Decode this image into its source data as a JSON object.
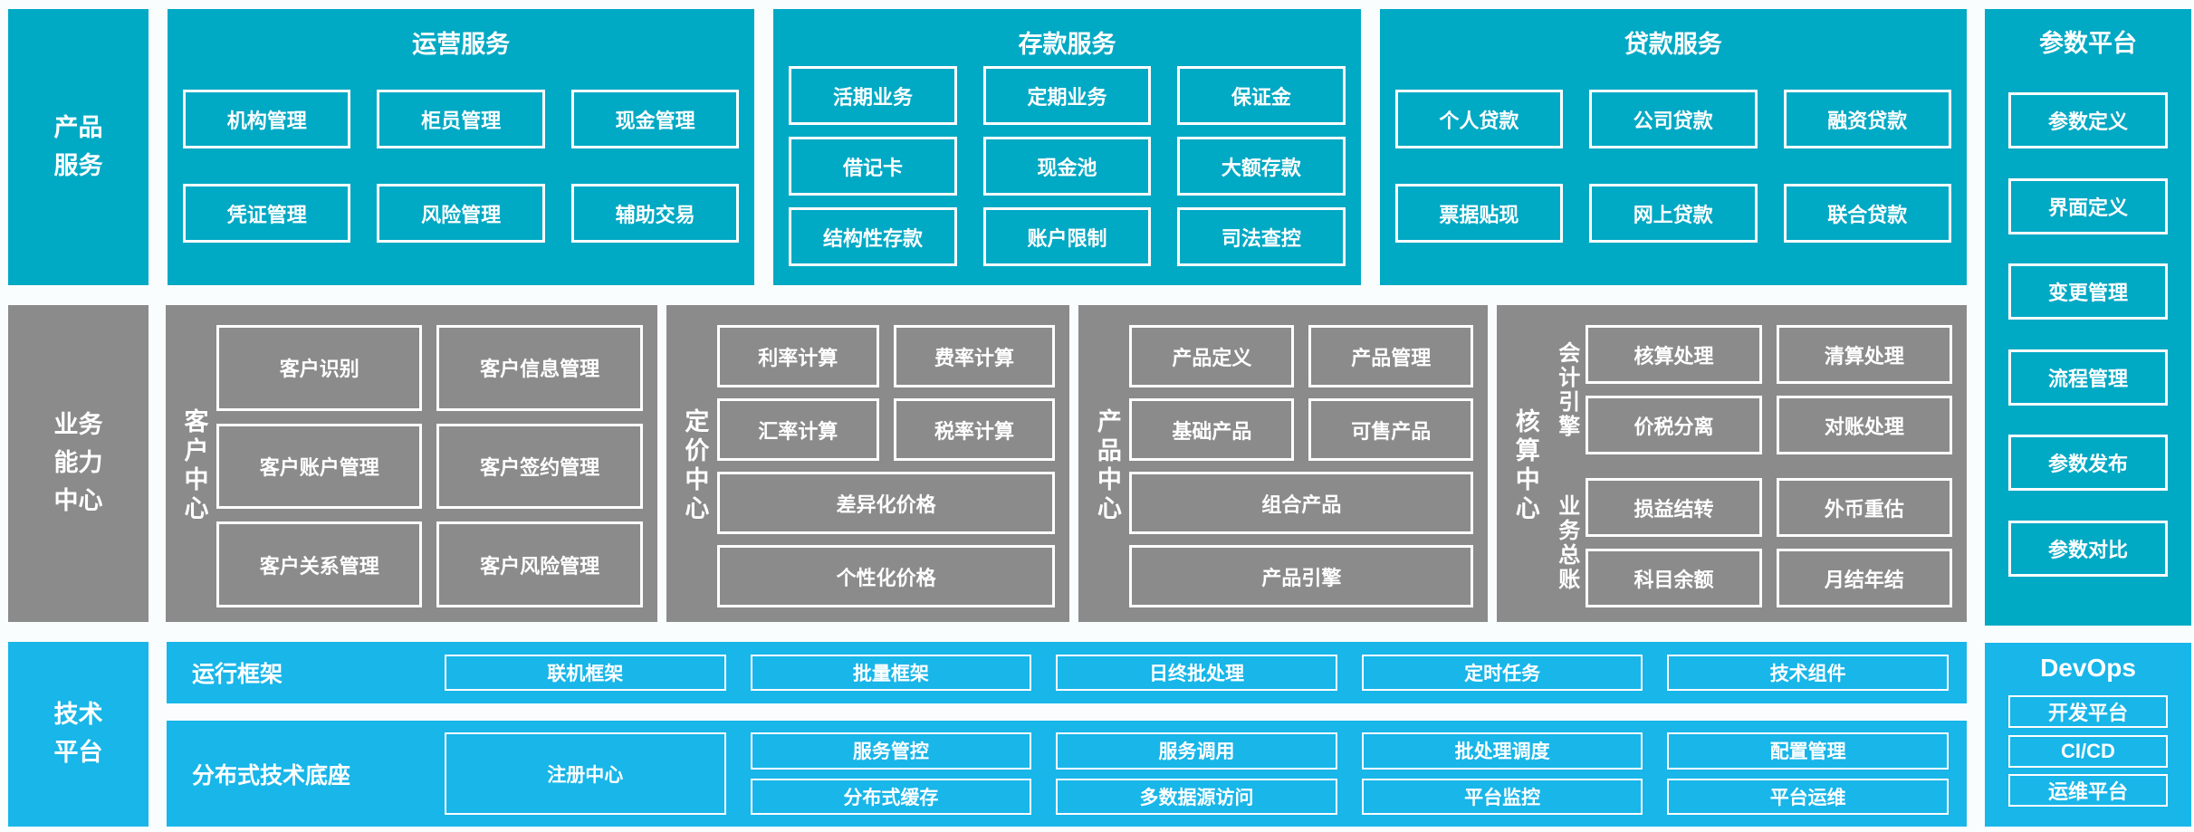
{
  "colors": {
    "teal": "#00a9c4",
    "gray": "#8b8b8b",
    "blue": "#18b6e9",
    "bg": "#fafdfe",
    "border": "#ffffff",
    "text": "#ffffff"
  },
  "sidebar": {
    "product_services": "产品\n服务",
    "business_capability": "业务\n能力\n中心",
    "tech_platform": "技术\n平台"
  },
  "product_row": {
    "panels": [
      {
        "title": "运营服务",
        "rows": [
          [
            "机构管理",
            "柜员管理",
            "现金管理"
          ],
          [
            "凭证管理",
            "风险管理",
            "辅助交易"
          ]
        ]
      },
      {
        "title": "存款服务",
        "rows": [
          [
            "活期业务",
            "定期业务",
            "保证金"
          ],
          [
            "借记卡",
            "现金池",
            "大额存款"
          ],
          [
            "结构性存款",
            "账户限制",
            "司法查控"
          ]
        ]
      },
      {
        "title": "贷款服务",
        "rows": [
          [
            "个人贷款",
            "公司贷款",
            "融资贷款"
          ],
          [
            "票据贴现",
            "网上贷款",
            "联合贷款"
          ]
        ]
      }
    ]
  },
  "param_platform": {
    "title": "参数平台",
    "items": [
      "参数定义",
      "界面定义",
      "变更管理",
      "流程管理",
      "参数发布",
      "参数对比"
    ]
  },
  "capability_row": {
    "customer_center": {
      "label": "客户中心",
      "items": [
        "客户识别",
        "客户信息管理",
        "客户账户管理",
        "客户签约管理",
        "客户关系管理",
        "客户风险管理"
      ]
    },
    "pricing_center": {
      "label": "定价中心",
      "grid": [
        "利率计算",
        "费率计算",
        "汇率计算",
        "税率计算"
      ],
      "full": [
        "差异化价格",
        "个性化价格"
      ]
    },
    "product_center": {
      "label": "产品中心",
      "grid": [
        "产品定义",
        "产品管理",
        "基础产品",
        "可售产品"
      ],
      "full": [
        "组合产品",
        "产品引擎"
      ]
    },
    "accounting_center": {
      "label": "核算中心",
      "groups": [
        {
          "label": "会计引擎",
          "items": [
            "核算处理",
            "清算处理",
            "价税分离",
            "对账处理"
          ]
        },
        {
          "label": "业务总账",
          "items": [
            "损益结转",
            "外币重估",
            "科目余额",
            "月结年结"
          ]
        }
      ]
    }
  },
  "tech_row": {
    "runtime": {
      "label": "运行框架",
      "items": [
        "联机框架",
        "批量框架",
        "日终批处理",
        "定时任务",
        "技术组件"
      ]
    },
    "distributed": {
      "label": "分布式技术底座",
      "registry": "注册中心",
      "grid": [
        [
          "服务管控",
          "服务调用",
          "批处理调度",
          "配置管理"
        ],
        [
          "分布式缓存",
          "多数据源访问",
          "平台监控",
          "平台运维"
        ]
      ]
    }
  },
  "devops": {
    "title": "DevOps",
    "items": [
      "开发平台",
      "CI/CD",
      "运维平台"
    ]
  }
}
